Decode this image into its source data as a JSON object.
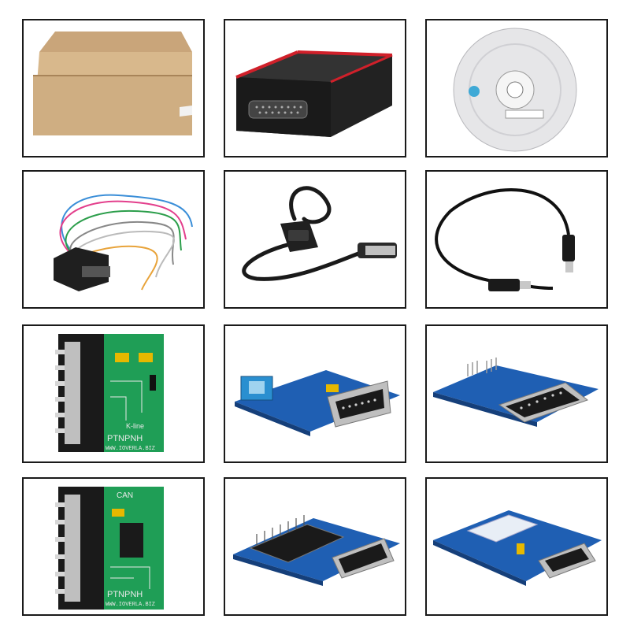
{
  "items": [
    {
      "name": "cardboard-box",
      "label": ""
    },
    {
      "name": "programmer-device",
      "label": ""
    },
    {
      "name": "software-cd",
      "label": ""
    },
    {
      "name": "wire-harness-db25",
      "label": ""
    },
    {
      "name": "obd2-cable",
      "label": ""
    },
    {
      "name": "usb-cable",
      "label": ""
    },
    {
      "name": "kline-adapter-board",
      "label": "K-line",
      "brand": "PTNPNH",
      "url": "WWW.IOVERLA.BIZ"
    },
    {
      "name": "eeprom-socket-adapter-board",
      "label": ""
    },
    {
      "name": "pin-header-adapter-board",
      "label": ""
    },
    {
      "name": "can-adapter-board",
      "label": "CAN",
      "brand": "PTNPNH",
      "url": "WWW.IOVERLA.BIZ"
    },
    {
      "name": "mcu-socket-adapter-board",
      "label": ""
    },
    {
      "name": "rfid-coil-adapter-board",
      "label": ""
    }
  ],
  "colors": {
    "border": "#1a1a1a",
    "pcb_green": "#1f9e56",
    "pcb_blue": "#1f5fb3",
    "accent_red": "#d0202a"
  }
}
